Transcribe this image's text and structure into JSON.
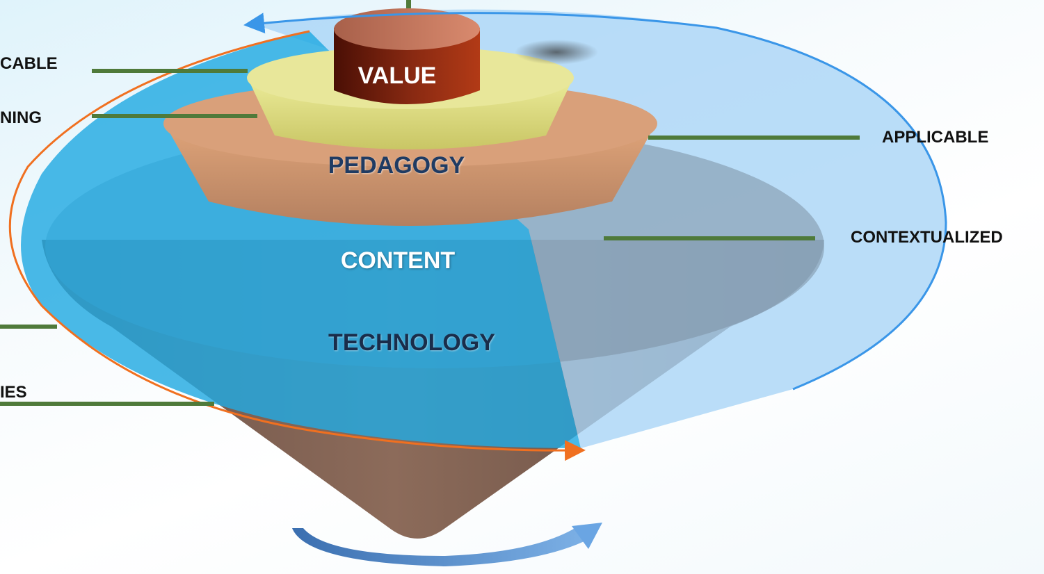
{
  "layers": {
    "value": "VALUE",
    "pedagogy": "PEDAGOGY",
    "content": "CONTENT",
    "technology": "TECHNOLOGY"
  },
  "callouts": {
    "left_1": "CABLE",
    "left_2": "NING",
    "left_4": "IES",
    "right_1": "APPLICABLE",
    "right_2": "CONTEXTUALIZED"
  },
  "colors": {
    "cone": "#8a6a58",
    "cyan_band": "#33b6ea",
    "light_band": "#a9d4f6",
    "orange_arrow": "#f07020",
    "blue_arrow": "#3a96e8",
    "leader_line": "#4f7a3a",
    "value_cylinder": "#8a2a12",
    "pedagogy_disc": "#d9d97a",
    "content_disc": "#c88f66"
  }
}
